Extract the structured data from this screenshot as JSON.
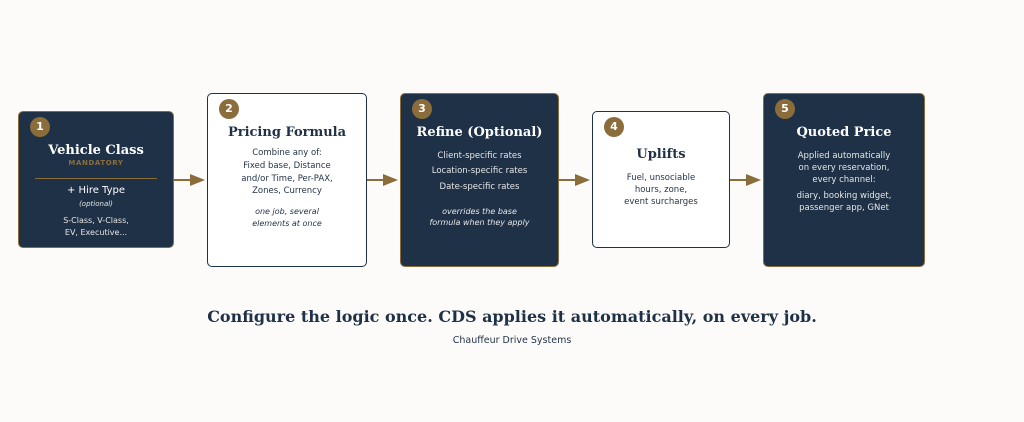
{
  "steps": [
    {
      "number": "1",
      "title": "Vehicle Class",
      "tag": "MANDATORY",
      "extra_title": "+ Hire Type",
      "extra_note": "(optional)",
      "lines": [
        "S-Class, V-Class,",
        "EV, Executive..."
      ]
    },
    {
      "number": "2",
      "title": "Pricing Formula",
      "lines": [
        "Combine any of:",
        "Fixed base, Distance",
        "and/or Time, Per-PAX,",
        "Zones, Currency"
      ],
      "note_lines": [
        "one job, several",
        "elements at once"
      ]
    },
    {
      "number": "3",
      "title": "Refine (Optional)",
      "lines": [
        "Client-specific rates",
        "Location-specific rates",
        "Date-specific rates"
      ],
      "note_lines": [
        "overrides the base",
        "formula when they apply"
      ]
    },
    {
      "number": "4",
      "title": "Uplifts",
      "lines": [
        "Fuel, unsociable",
        "hours, zone,",
        "event surcharges"
      ]
    },
    {
      "number": "5",
      "title": "Quoted Price",
      "lines": [
        "Applied automatically",
        "on every reservation,",
        "every channel:"
      ],
      "lines2": [
        "diary, booking widget,",
        "passenger app, GNet"
      ]
    }
  ],
  "footer": {
    "headline": "Configure the logic once. CDS applies it automatically, on every job.",
    "brand": "Chauffeur Drive Systems"
  },
  "colors": {
    "navy": "#1f3147",
    "gold": "#8a6d3b",
    "background": "#fcfbf9"
  }
}
